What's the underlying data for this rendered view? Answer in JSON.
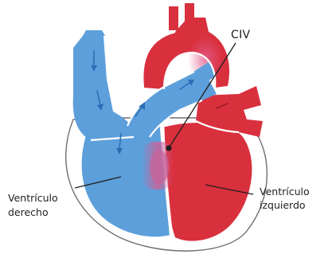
{
  "diagram": {
    "labels": {
      "civ": "CIV",
      "right_ventricle_line1": "Ventrículo",
      "right_ventricle_line2": "derecho",
      "left_ventricle_line1": "Ventrículo",
      "left_ventricle_line2": "izquierdo"
    },
    "colors": {
      "deoxygenated_blue": "#5d9fdb",
      "oxygenated_red": "#d9303e",
      "defect_mix": "#c7649b",
      "outline": "#ffffff",
      "arrow": "#2a6fb5",
      "text": "#1e1e1e",
      "background": "#ffffff"
    }
  }
}
